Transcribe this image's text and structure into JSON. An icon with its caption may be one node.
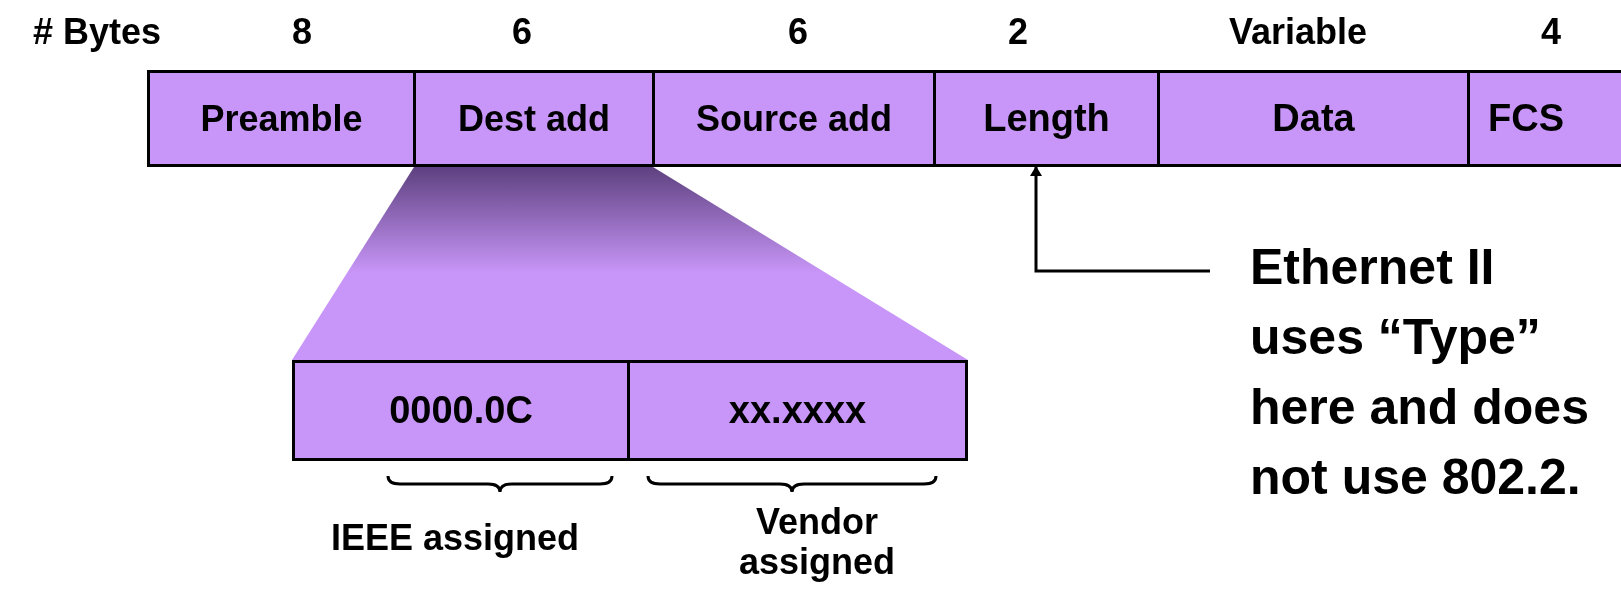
{
  "diagram": {
    "nodes": [
      {
        "text": [
          "Preamble"
        ],
        "beside": [
          "8"
        ]
      },
      {
        "text": [
          "Dest add"
        ],
        "beside": [
          "6"
        ]
      },
      {
        "text": [
          "Source add"
        ],
        "beside": [
          "6"
        ]
      },
      {
        "text": [
          "Length"
        ],
        "beside": [
          "2"
        ]
      },
      {
        "text": [
          "Data"
        ],
        "beside": [
          "Variable"
        ]
      },
      {
        "text": [
          "FCS"
        ],
        "beside": [
          "4"
        ]
      },
      {
        "text": [
          "0000.0C"
        ]
      },
      {
        "text": [
          "xx.xxxx"
        ]
      },
      {
        "text": [
          "Ethernet II uses “Type” here and does not use 802.2."
        ]
      },
      {
        "text": [],
        "shape": "trapezoid"
      }
    ],
    "edges": [
      {
        "from": 8,
        "to": 3,
        "arrow": "to"
      }
    ],
    "labels": [
      "# Bytes",
      "IEEE assigned",
      "Vendor assigned"
    ]
  }
}
